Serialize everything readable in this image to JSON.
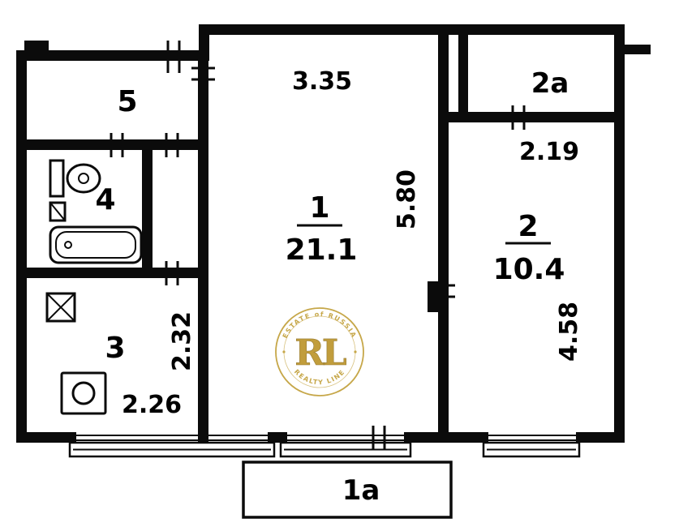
{
  "plan": {
    "title": "apartment-floor-plan",
    "rooms": {
      "r1": {
        "number": "1",
        "area": "21.1"
      },
      "r2": {
        "number": "2",
        "area": "10.4"
      },
      "r3": {
        "number": "3"
      },
      "r4": {
        "number": "4"
      },
      "r5": {
        "number": "5"
      },
      "r2a": {
        "number": "2a"
      },
      "r1a": {
        "number": "1a"
      }
    },
    "dimensions": {
      "room1_width": "3.35",
      "room1_depth": "5.80",
      "room2_width": "2.19",
      "room2_depth": "4.58",
      "kitchen_depth": "2.32",
      "kitchen_width": "2.26"
    },
    "fixtures": {
      "bathroom": [
        "toilet",
        "sink",
        "bathtub"
      ],
      "kitchen": [
        "ventilation-shaft",
        "stove"
      ]
    },
    "watermark": {
      "monogram": "RL",
      "arc_top": "ESTATE of RUSSIA",
      "arc_bottom": "REALTY LINE"
    },
    "colors": {
      "ink": "#0b0b0b",
      "paper": "#ffffff",
      "gold": "#bf9b30"
    }
  }
}
